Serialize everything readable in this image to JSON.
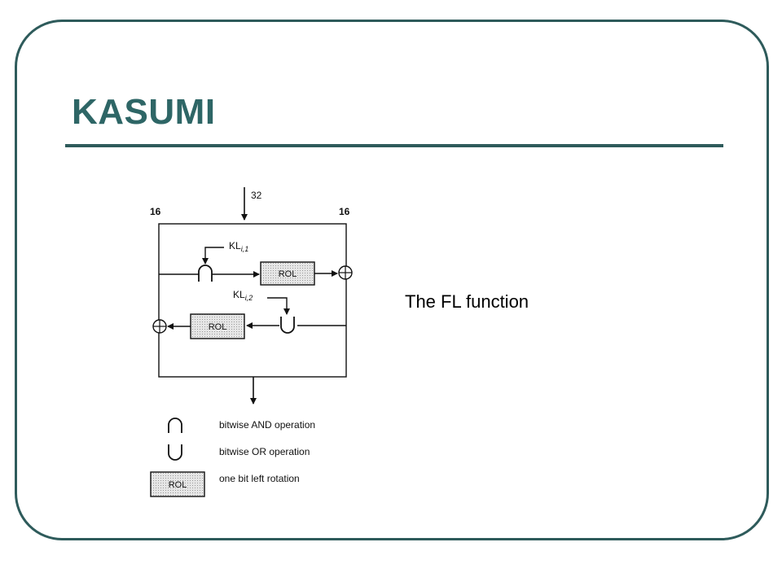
{
  "slide": {
    "title": "KASUMI",
    "caption": "The FL function"
  },
  "diagram": {
    "input_width": "32",
    "left_width": "16",
    "right_width": "16",
    "key1_base": "KL",
    "key1_sub": "i,1",
    "key2_base": "KL",
    "key2_sub": "i,2",
    "rol_top": "ROL",
    "rol_bottom": "ROL"
  },
  "legend": {
    "and_label": "bitwise AND operation",
    "or_label": "bitwise OR operation",
    "rol_box": "ROL",
    "rol_label": "one bit left rotation"
  },
  "colors": {
    "accent": "#2e6666",
    "frame": "#2e5b5b",
    "rol_fill": "#d9d9d9"
  }
}
